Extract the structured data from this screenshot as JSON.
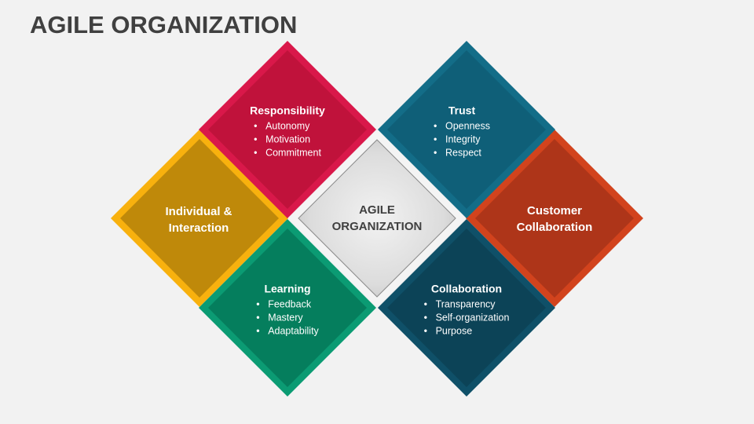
{
  "title": "AGILE ORGANIZATION",
  "center": {
    "line1": "AGILE",
    "line2": "ORGANIZATION"
  },
  "blocks": {
    "responsibility": {
      "heading": "Responsibility",
      "items": [
        "Autonomy",
        "Motivation",
        "Commitment"
      ],
      "color": "#c0123b",
      "border": "#d9184a"
    },
    "trust": {
      "heading": "Trust",
      "items": [
        "Openness",
        "Integrity",
        "Respect"
      ],
      "color": "#0f5f78",
      "border": "#136d88"
    },
    "learning": {
      "heading": "Learning",
      "items": [
        "Feedback",
        "Mastery",
        "Adaptability"
      ],
      "color": "#057e5d",
      "border": "#0b9b73"
    },
    "collaboration": {
      "heading": "Collaboration",
      "items": [
        "Transparency",
        "Self-organization",
        "Purpose"
      ],
      "color": "#0c4357",
      "border": "#0f5068"
    },
    "individual": {
      "line1": "Individual &",
      "line2": "Interaction",
      "color": "#bf890a",
      "border": "#f8b10e"
    },
    "customer": {
      "line1": "Customer",
      "line2": "Collaboration",
      "color": "#ae3519",
      "border": "#d2431d"
    }
  },
  "bullet": "•"
}
